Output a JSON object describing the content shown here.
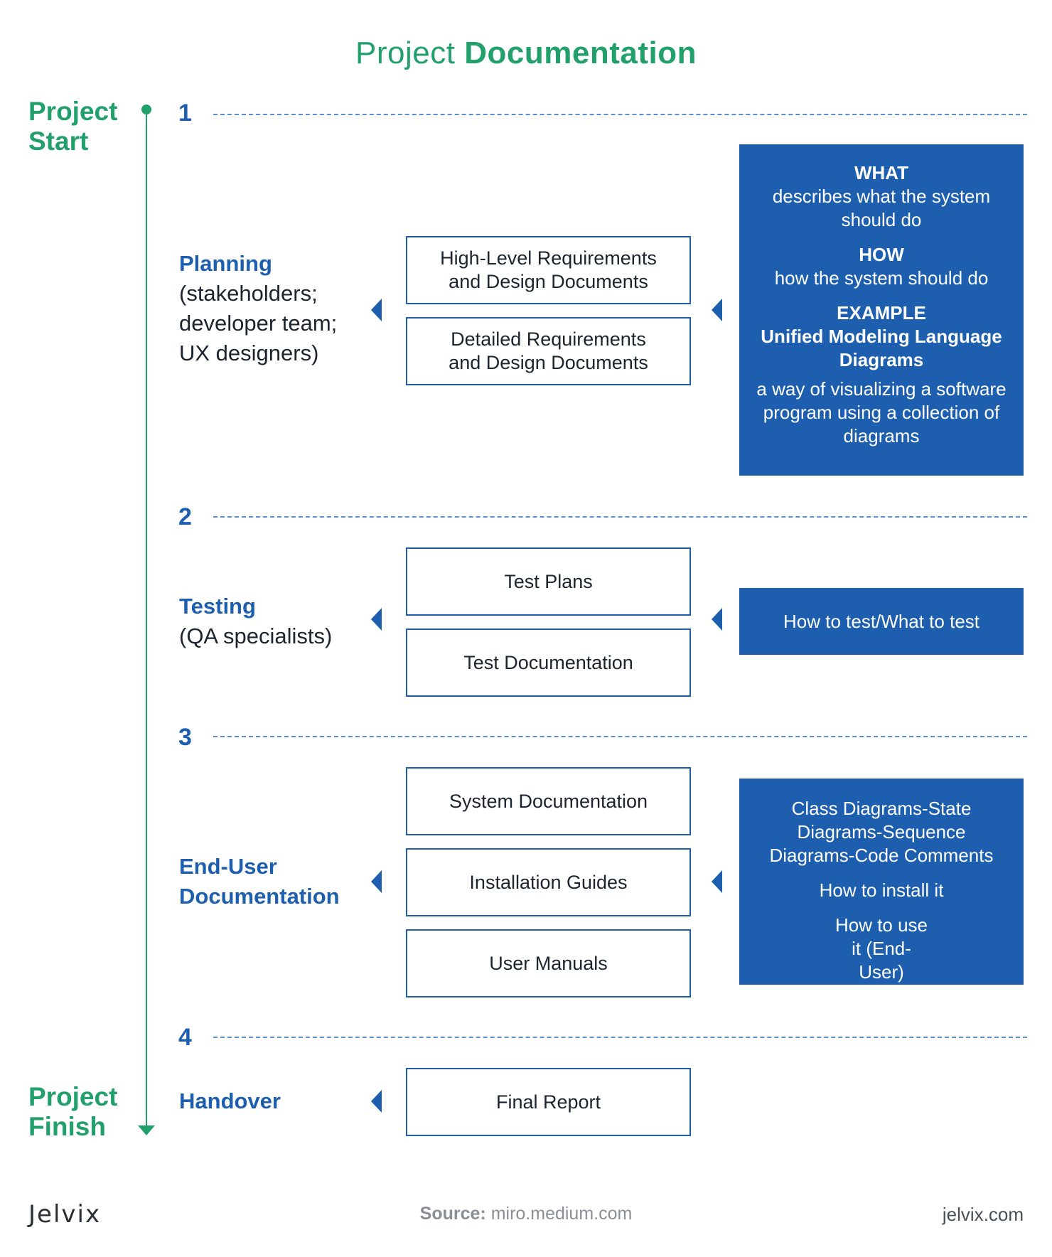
{
  "title": {
    "part1": "Project",
    "part2": "Documentation"
  },
  "milestones": {
    "start": {
      "line1": "Project",
      "line2": "Start"
    },
    "finish": {
      "line1": "Project",
      "line2": "Finish"
    }
  },
  "steps": [
    {
      "number": "1",
      "phase_title": "Planning",
      "phase_sub": "(stakeholders;\ndeveloper team;\nUX designers)",
      "documents": [
        "High-Level Requirements\nand Design Documents",
        "Detailed Requirements\nand Design Documents"
      ]
    },
    {
      "number": "2",
      "phase_title": "Testing",
      "phase_sub": "(QA specialists)",
      "documents": [
        "Test Plans",
        "Test Documentation"
      ]
    },
    {
      "number": "3",
      "phase_title": "End-User\nDocumentation",
      "phase_sub": "",
      "documents": [
        "System Documentation",
        "Installation Guides",
        "User Manuals"
      ]
    },
    {
      "number": "4",
      "phase_title": "Handover",
      "phase_sub": "",
      "documents": [
        "Final Report"
      ]
    }
  ],
  "info_boxes": {
    "planning": {
      "what_title": "WHAT",
      "what_text": "describes what the system should do",
      "how_title": "HOW",
      "how_text": "how the system should do",
      "example_title": "EXAMPLE",
      "example_subtitle": "Unified Modeling Language Diagrams",
      "example_text": "a way of visualizing a software program using a collection of diagrams"
    },
    "testing": {
      "text": "How to test/What to test"
    },
    "enduser": {
      "diagrams": "Class Diagrams-State Diagrams-Sequence Diagrams-Code Comments",
      "install": "How to install it",
      "use": "How to use it (End-User)"
    }
  },
  "footer": {
    "logo": "Jelvix",
    "source_label": "Source:",
    "source_value": "miro.medium.com",
    "url": "jelvix.com"
  },
  "colors": {
    "green": "#22a06b",
    "blue": "#1d5fae",
    "dash": "#5b8fcc"
  }
}
